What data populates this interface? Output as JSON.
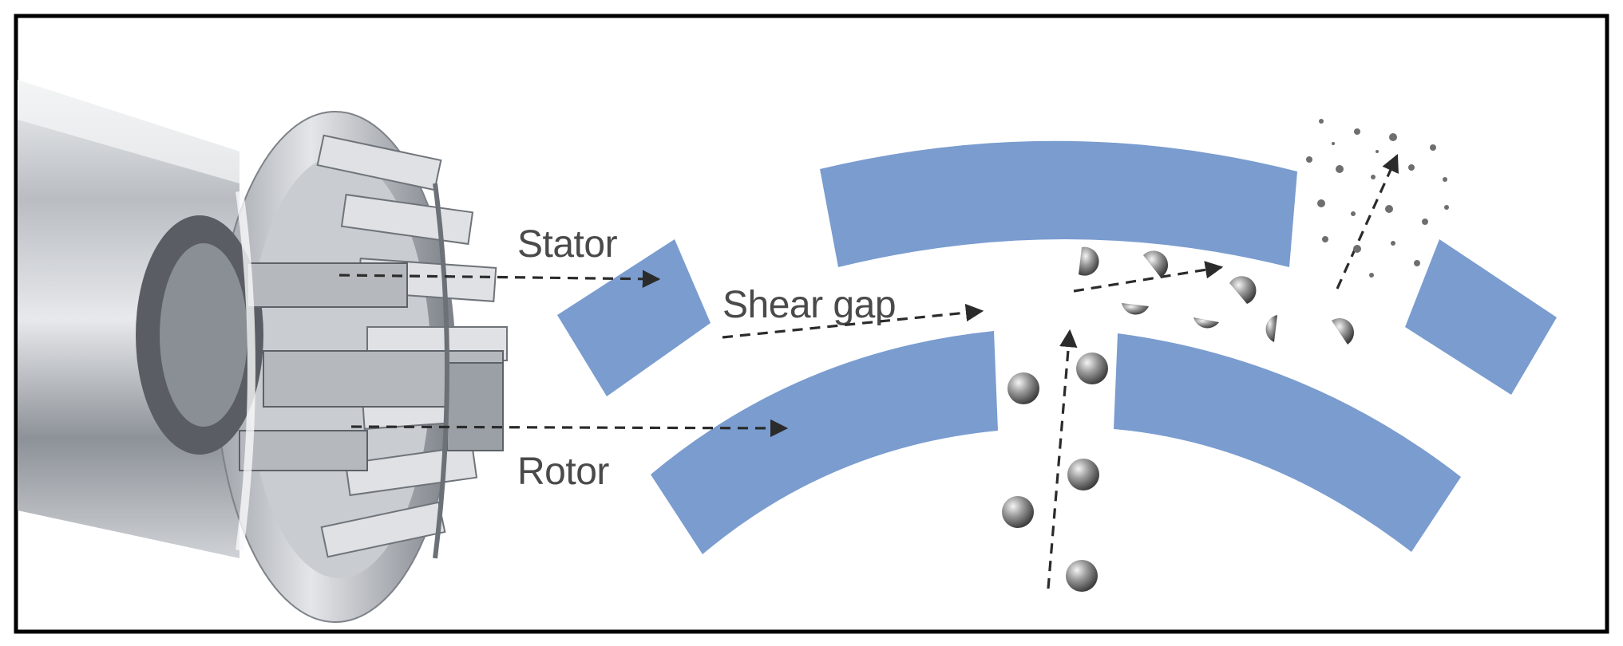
{
  "labels": {
    "stator": "Stator",
    "shear_gap": "Shear gap",
    "rotor": "Rotor"
  },
  "colors": {
    "segment": "#7a9ccf",
    "frame": "#000000",
    "arrow": "#2b2b2b",
    "label": "#4a4a4a"
  },
  "icons": {
    "device": "rotor-stator-homogenizer-head",
    "particle": "sphere",
    "fragment": "broken-sphere"
  }
}
